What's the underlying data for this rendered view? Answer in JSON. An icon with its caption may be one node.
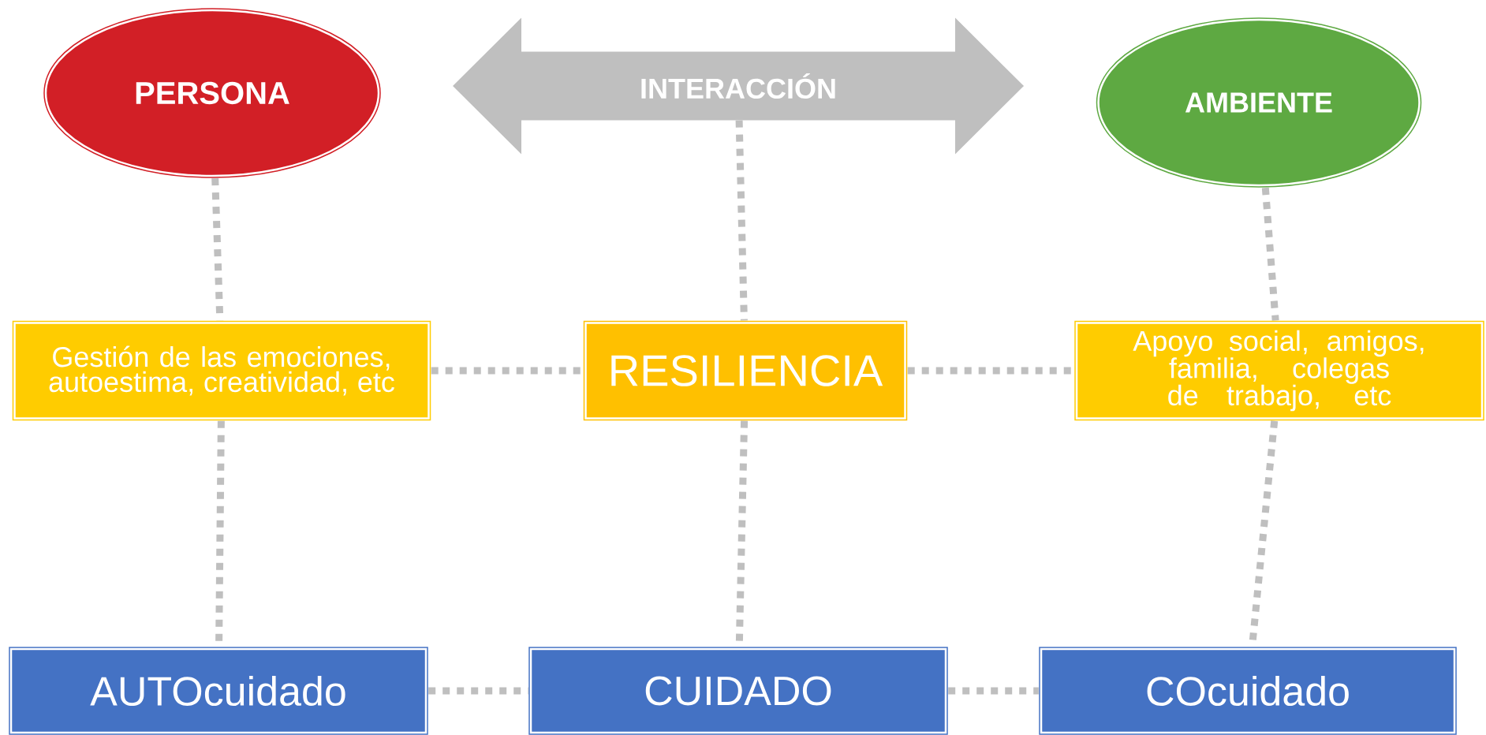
{
  "diagram": {
    "nodes": [
      {
        "text": [
          "PERSONA"
        ]
      },
      {
        "text": [
          "INTERACCIÓN"
        ]
      },
      {
        "text": [
          "AMBIENTE"
        ]
      },
      {
        "text": [
          "Gestión de las emociones, autoestima, creatividad, etc"
        ]
      },
      {
        "text": [
          "RESILIENCIA"
        ]
      },
      {
        "text": [
          "Apoyo social, amigos, familia, colegas de trabajo, etc"
        ]
      },
      {
        "text": [
          "AUTOcuidado"
        ]
      },
      {
        "text": [
          "CUIDADO"
        ]
      },
      {
        "text": [
          "COcuidado"
        ]
      }
    ],
    "edges": [
      {
        "from": 0,
        "to": 3,
        "arrow": "none"
      },
      {
        "from": 3,
        "to": 6,
        "arrow": "none"
      },
      {
        "from": 1,
        "to": 4,
        "arrow": "none"
      },
      {
        "from": 4,
        "to": 7,
        "arrow": "none"
      },
      {
        "from": 2,
        "to": 5,
        "arrow": "none"
      },
      {
        "from": 5,
        "to": 8,
        "arrow": "none"
      },
      {
        "from": 3,
        "to": 4,
        "arrow": "none"
      },
      {
        "from": 4,
        "to": 5,
        "arrow": "none"
      },
      {
        "from": 6,
        "to": 7,
        "arrow": "none"
      },
      {
        "from": 7,
        "to": 8,
        "arrow": "none"
      }
    ]
  }
}
